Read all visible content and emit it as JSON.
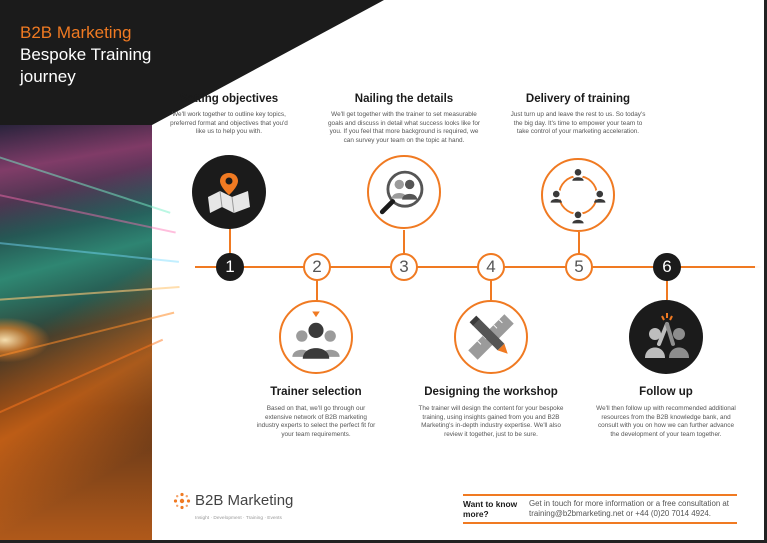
{
  "header": {
    "title_line1": "B2B Marketing",
    "title_line2": "Bespoke Training",
    "title_line3": "journey"
  },
  "steps": [
    {
      "number": "1",
      "title": "Setting objectives",
      "description": "We'll work together to outline key topics, preferred format and objectives that you'd like us to help you with.",
      "icon": "map-pin-icon"
    },
    {
      "number": "2",
      "title": "Trainer selection",
      "description": "Based on that, we'll go through our extensive network of B2B marketing industry experts to select the perfect fit for your team requirements.",
      "icon": "select-person-icon"
    },
    {
      "number": "3",
      "title": "Nailing the details",
      "description": "We'll get together with the trainer to set measurable goals and discuss in detail what success looks like for you. If you feel that more background is required, we can survey your team on the topic at hand.",
      "icon": "magnifier-people-icon"
    },
    {
      "number": "4",
      "title": "Designing the workshop",
      "description": "The trainer will design the content for your bespoke training, using insights gained from you and B2B Marketing's in-depth industry expertise. We'll also review it together, just to be sure.",
      "icon": "pencil-ruler-icon"
    },
    {
      "number": "5",
      "title": "Delivery of training",
      "description": "Just turn up and leave the rest to us. So today's the big day. It's time to empower your team to take control of your marketing acceleration.",
      "icon": "team-cycle-icon"
    },
    {
      "number": "6",
      "title": "Follow up",
      "description": "We'll then follow up with recommended additional resources from the B2B knowledge bank, and consult with you on how we can further advance the development of your team together.",
      "icon": "high-five-icon"
    }
  ],
  "footer": {
    "logo_name": "B2B Marketing",
    "logo_tagline": "Insight · Development · Training · Events",
    "cta_label": "Want to know more?",
    "cta_text": "Get in touch for more information or a free consultation at training@b2bmarketing.net or +44 (0)20 7014 4924."
  },
  "colors": {
    "accent": "#f07a22",
    "dark": "#1b1b1b"
  }
}
